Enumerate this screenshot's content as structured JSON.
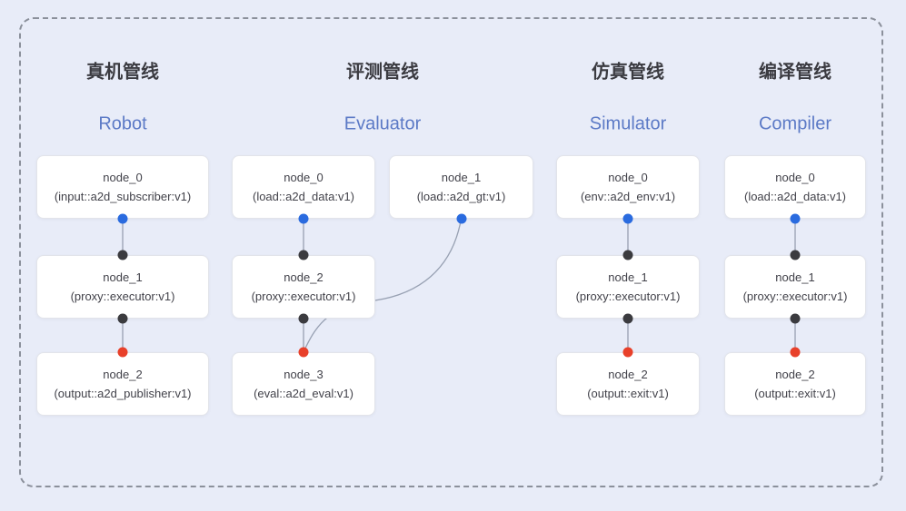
{
  "colors": {
    "background": "#e8ecf8",
    "frame_border": "#8b909b",
    "box_bg": "#ffffff",
    "box_border": "#e2e4ea",
    "title_cn": "#3b3b41",
    "title_en": "#5c7ac6",
    "node_text": "#42424a",
    "edge": "#97a0b2",
    "port_blue": "#2a6bdf",
    "port_black": "#3b3b3f",
    "port_red": "#e8402a"
  },
  "pipelines": [
    {
      "title_cn": "真机管线",
      "title_en": "Robot",
      "nodes": [
        {
          "name": "node_0",
          "type": "(input::a2d_subscriber:v1)",
          "row": 0,
          "col": 0,
          "out_port": "blue"
        },
        {
          "name": "node_1",
          "type": "(proxy::executor:v1)",
          "row": 1,
          "col": 0,
          "in_port": "black",
          "out_port": "black"
        },
        {
          "name": "node_2",
          "type": "(output::a2d_publisher:v1)",
          "row": 2,
          "col": 0,
          "in_port": "red"
        }
      ],
      "edges": [
        {
          "from": 0,
          "to": 1
        },
        {
          "from": 1,
          "to": 2
        }
      ]
    },
    {
      "title_cn": "评测管线",
      "title_en": "Evaluator",
      "nodes": [
        {
          "name": "node_0",
          "type": "(load::a2d_data:v1)",
          "row": 0,
          "col": 0,
          "out_port": "blue"
        },
        {
          "name": "node_1",
          "type": "(load::a2d_gt:v1)",
          "row": 0,
          "col": 1,
          "out_port": "blue"
        },
        {
          "name": "node_2",
          "type": "(proxy::executor:v1)",
          "row": 1,
          "col": 0,
          "in_port": "black",
          "out_port": "black"
        },
        {
          "name": "node_3",
          "type": "(eval::a2d_eval:v1)",
          "row": 2,
          "col": 0,
          "in_port": "red"
        }
      ],
      "edges": [
        {
          "from": 0,
          "to": 2
        },
        {
          "from": 2,
          "to": 3
        },
        {
          "from": 1,
          "to": 3,
          "curved": true
        }
      ]
    },
    {
      "title_cn": "仿真管线",
      "title_en": "Simulator",
      "nodes": [
        {
          "name": "node_0",
          "type": "(env::a2d_env:v1)",
          "row": 0,
          "col": 0,
          "out_port": "blue"
        },
        {
          "name": "node_1",
          "type": "(proxy::executor:v1)",
          "row": 1,
          "col": 0,
          "in_port": "black",
          "out_port": "black"
        },
        {
          "name": "node_2",
          "type": "(output::exit:v1)",
          "row": 2,
          "col": 0,
          "in_port": "red"
        }
      ],
      "edges": [
        {
          "from": 0,
          "to": 1
        },
        {
          "from": 1,
          "to": 2
        }
      ]
    },
    {
      "title_cn": "编译管线",
      "title_en": "Compiler",
      "nodes": [
        {
          "name": "node_0",
          "type": "(load::a2d_data:v1)",
          "row": 0,
          "col": 0,
          "out_port": "blue"
        },
        {
          "name": "node_1",
          "type": "(proxy::executor:v1)",
          "row": 1,
          "col": 0,
          "in_port": "black",
          "out_port": "black"
        },
        {
          "name": "node_2",
          "type": "(output::exit:v1)",
          "row": 2,
          "col": 0,
          "in_port": "red"
        }
      ],
      "edges": [
        {
          "from": 0,
          "to": 1
        },
        {
          "from": 1,
          "to": 2
        }
      ]
    }
  ]
}
